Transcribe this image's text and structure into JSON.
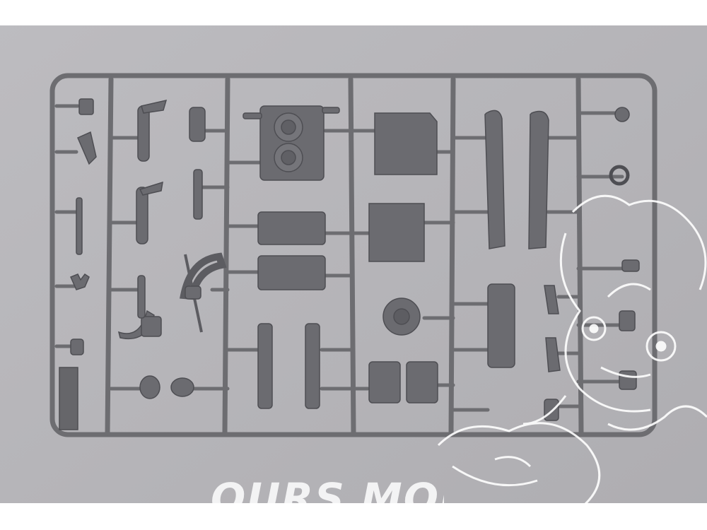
{
  "photo": {
    "subject": "plastic-model-sprue",
    "colors": {
      "background": "#ffffff",
      "table": "#b8b7bb",
      "plastic": "#6e6e72",
      "plastic_dark": "#55555a",
      "watermark": "#ffffff"
    }
  },
  "watermark": {
    "text": "OURS MODEL",
    "logo": "cartoon-bear-logo"
  }
}
